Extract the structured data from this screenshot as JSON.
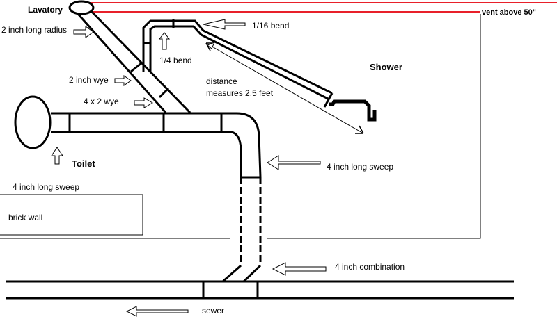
{
  "labels": {
    "lavatory": "Lavatory",
    "vent": "vent above 50\"",
    "two_inch_long_radius": "2 inch long radius",
    "sixteenth_bend": "1/16 bend",
    "quarter_bend": "1/4 bend",
    "two_inch_wye": "2 inch wye",
    "distance_line1": "distance",
    "distance_line2": "measures 2.5 feet",
    "four_by_two_wye": "4 x 2 wye",
    "shower": "Shower",
    "toilet": "Toilet",
    "four_inch_long_sweep_right": "4 inch long sweep",
    "four_inch_long_sweep_left": "4 inch long sweep",
    "brick_wall": "brick wall",
    "four_inch_combination": "4 inch combination",
    "sewer": "sewer"
  },
  "colors": {
    "vent_line": "#e8202a",
    "pipe": "#000000"
  }
}
